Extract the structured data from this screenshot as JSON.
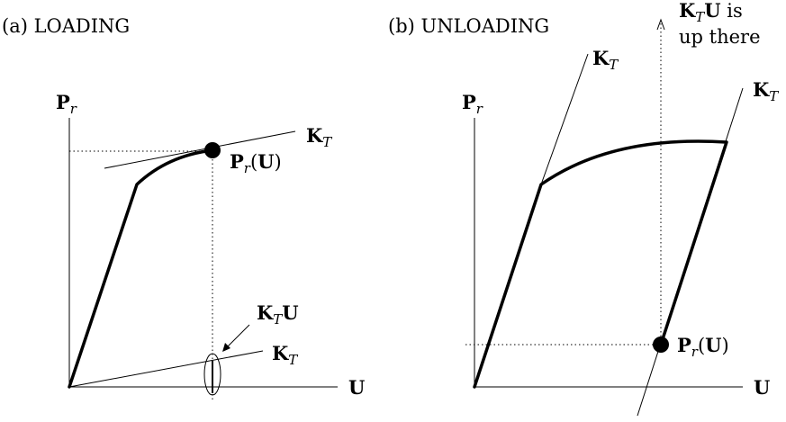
{
  "panel_a": {
    "title": "(a) LOADING",
    "y_axis_label": {
      "main": "P",
      "sub": "r"
    },
    "x_axis_label": "U",
    "tangent_upper_label": {
      "main": "K",
      "sub": "T"
    },
    "tangent_lower_label": {
      "main": "K",
      "sub": "T"
    },
    "point_label": {
      "main": "P",
      "sub": "r",
      "arg": "(U)"
    },
    "product_label": {
      "main": "K",
      "sub": "T",
      "tail": "U"
    }
  },
  "panel_b": {
    "title": "(b) UNLOADING",
    "y_axis_label": {
      "main": "P",
      "sub": "r"
    },
    "x_axis_label": "U",
    "tangent_left_label": {
      "main": "K",
      "sub": "T"
    },
    "tangent_right_label": {
      "main": "K",
      "sub": "T"
    },
    "point_label": {
      "main": "P",
      "sub": "r",
      "arg": "(U)"
    },
    "note": {
      "main": "K",
      "sub": "T",
      "tail": "U",
      "line1_rest": " is",
      "line2": "up there"
    }
  }
}
